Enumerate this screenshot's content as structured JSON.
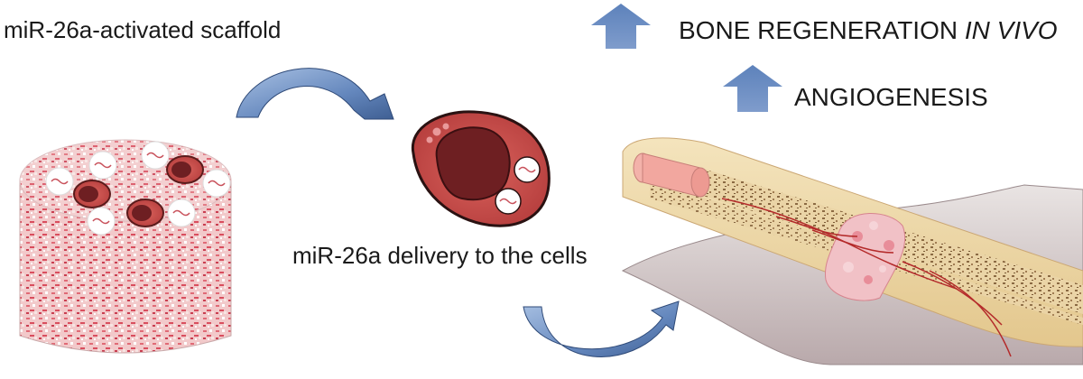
{
  "labels": {
    "scaffold": "miR-26a-activated scaffold",
    "delivery": "miR-26a delivery to the cells",
    "bone_main": "BONE REGENERATION ",
    "bone_italic": "IN VIVO",
    "angiogenesis": "ANGIOGENESIS"
  },
  "colors": {
    "arrow_blue": "#5b7fb3",
    "cell_red": "#c8504e",
    "nucleus": "#6e1f22",
    "scaffold_pink": "#e98a92",
    "bone_tan": "#e9cf9c"
  }
}
